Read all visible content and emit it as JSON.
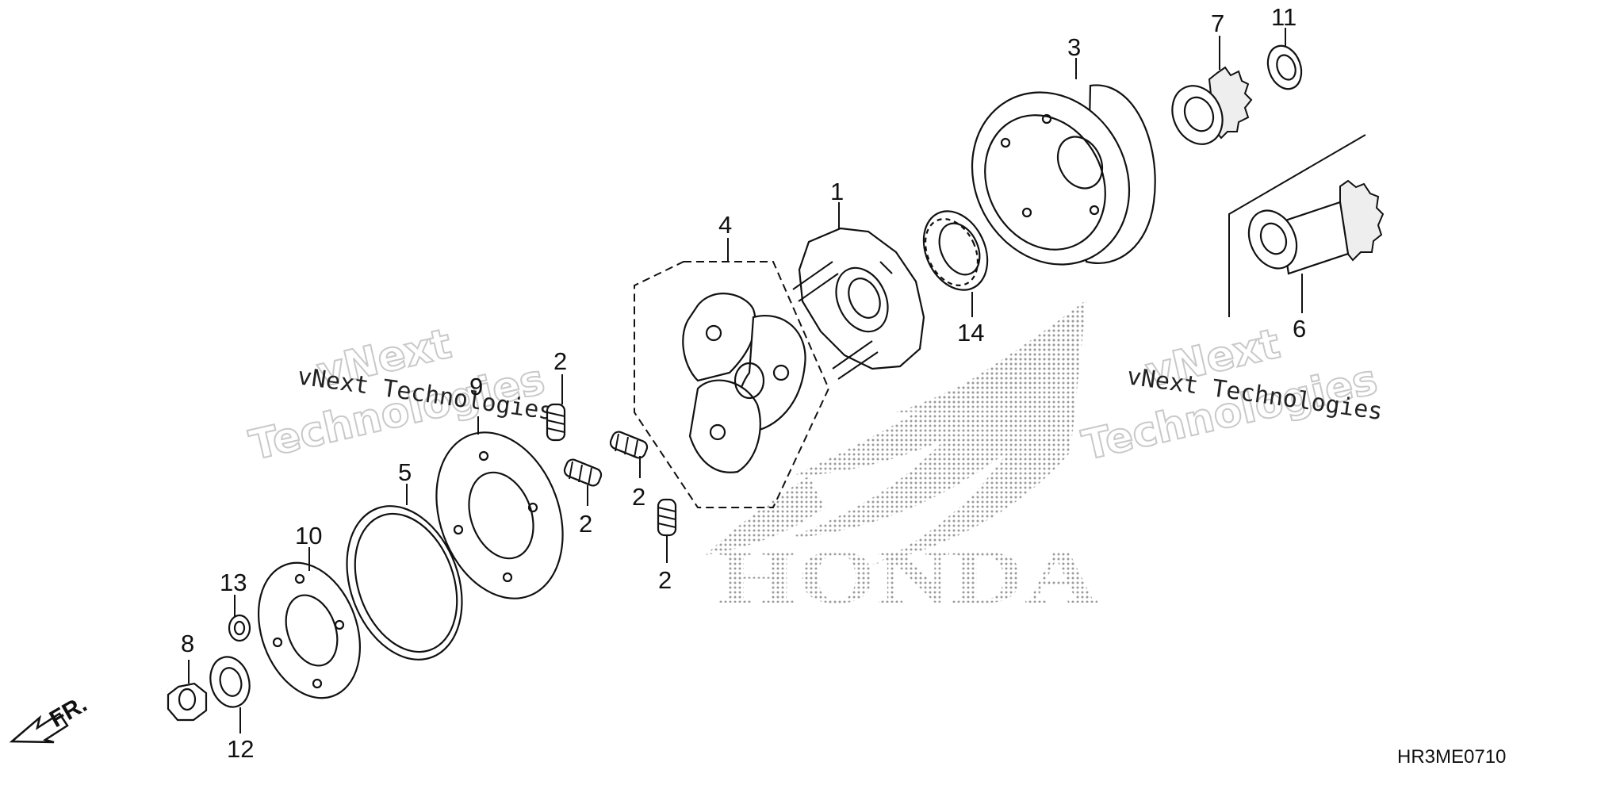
{
  "diagram": {
    "part_numbers": [
      "1",
      "2",
      "3",
      "4",
      "5",
      "6",
      "7",
      "8",
      "9",
      "10",
      "11",
      "12",
      "13",
      "14"
    ],
    "diagram_code": "HR3ME0710",
    "watermark_line": "vNext Technologies",
    "watermark_outline_1": "vNext",
    "watermark_outline_2": "Technologies",
    "brand_text": "HONDA",
    "direction_label": "FR."
  },
  "colors": {
    "ink": "#111111",
    "watermark": "#c9c9c9",
    "dots": "#9a9a9a"
  }
}
